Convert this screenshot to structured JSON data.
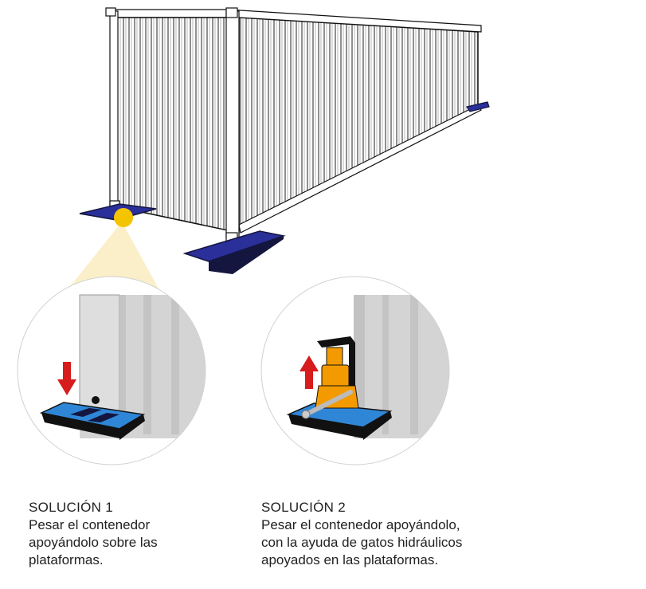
{
  "colors": {
    "platform_blue": "#2b2f9a",
    "platform_dark": "#14163f",
    "platform_light_blue": "#2f86d6",
    "highlight_yellow": "#f5c400",
    "beam_cream": "#fbefc9",
    "arrow_red": "#d61c1c",
    "jack_orange": "#f39a00",
    "wall_gray": "#d4d4d4",
    "outline": "#111111"
  },
  "captions": [
    {
      "title": "SOLUCIÓN 1",
      "lines": [
        "Pesar el contenedor",
        "apoyándolo sobre las",
        "plataformas."
      ]
    },
    {
      "title": "SOLUCIÓN 2",
      "lines": [
        "Pesar el contenedor apoyándolo,",
        "con la ayuda de gatos hidráulicos",
        "apoyados en las plataformas."
      ]
    }
  ],
  "icons": {
    "arrow_1": "arrow-down-icon",
    "arrow_2": "arrow-up-icon",
    "jack": "hydraulic-jack-icon"
  }
}
